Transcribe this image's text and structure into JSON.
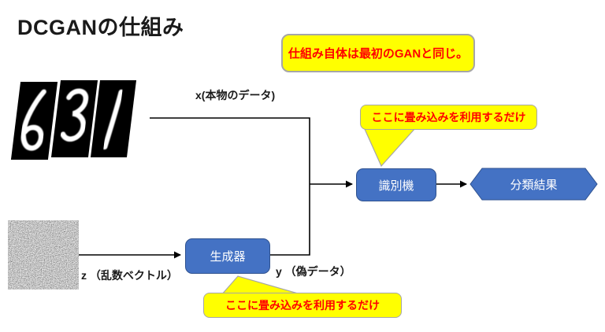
{
  "slide": {
    "title": "DCGANの仕組み"
  },
  "notes": {
    "top": "仕組み自体は最初のGANと同じ。",
    "discriminator_callout": "ここに畳み込みを利用するだけ",
    "generator_callout": "ここに畳み込みを利用するだけ"
  },
  "diagram": {
    "nodes": {
      "generator": "生成器",
      "discriminator": "識別機",
      "result": "分類結果"
    },
    "labels": {
      "real_data": "x(本物のデータ)",
      "noise_vector": "z （乱数ベクトル）",
      "fake_data": "y （偽データ）"
    },
    "mnist_digits": [
      "6",
      "3",
      "1"
    ],
    "noise_image": "random-noise-patch"
  },
  "colors": {
    "node_blue": "#4472C4",
    "node_border": "#2F528F",
    "highlight_yellow": "#FFFF00",
    "highlight_border": "#A6A6A6",
    "alert_red": "#FF0000",
    "line_black": "#000000"
  }
}
